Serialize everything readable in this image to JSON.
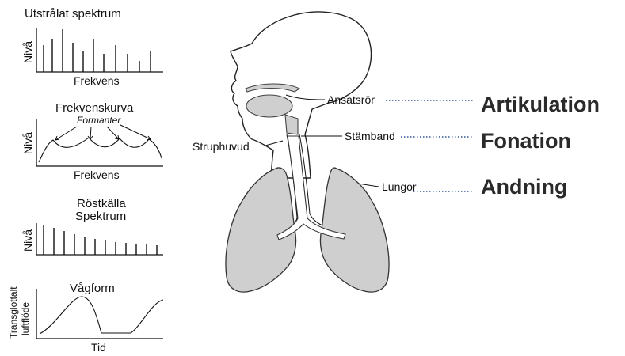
{
  "panels": {
    "emitted": {
      "title": "Utstrålat spektrum",
      "y_axis": "Nivå",
      "x_axis": "Frekvens"
    },
    "filter": {
      "title": "Frekvenskurva",
      "annotation": "Formanter",
      "y_axis": "Nivå",
      "x_axis": "Frekvens"
    },
    "source": {
      "title_line1": "Röstkälla",
      "title_line2": "Spektrum",
      "y_axis": "Nivå"
    },
    "waveform": {
      "title": "Vågform",
      "y_axis_line1": "Transglottalt",
      "y_axis_line2": "luftflöde",
      "x_axis": "Tid"
    }
  },
  "anatomy": {
    "vocal_tract": "Ansatsrör",
    "vocal_folds": "Stämband",
    "larynx": "Struphuvud",
    "lungs": "Lungor"
  },
  "functions": {
    "articulation": "Artikulation",
    "phonation": "Fonation",
    "respiration": "Andning"
  },
  "colors": {
    "dotted_leader": "#2f5597",
    "lung_fill": "#cfcfcf",
    "function_label": "#2a2a2a"
  }
}
